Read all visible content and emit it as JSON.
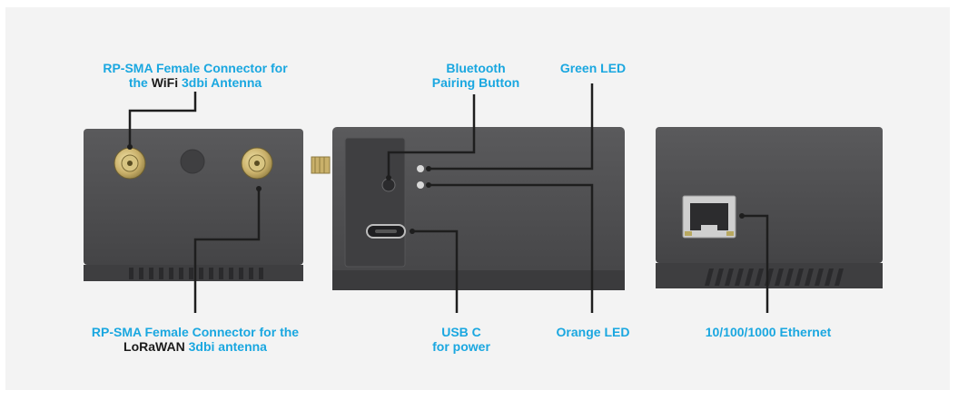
{
  "colors": {
    "accent": "#1aa7e0",
    "highlight_text": "#1b1b1b",
    "device_body": "#4a4a4c",
    "background": "#f3f3f3",
    "leader_line": "#1e1e1e"
  },
  "labels": {
    "wifi_connector": {
      "line1": "RP-SMA Female Connector for",
      "line2_pre": "the ",
      "line2_highlight": "WiFi",
      "line2_post": " 3dbi Antenna"
    },
    "lora_connector": {
      "line1": "RP-SMA Female Connector for the",
      "line2_highlight": "LoRaWAN",
      "line2_post": " 3dbi antenna"
    },
    "bluetooth_button": {
      "line1": "Bluetooth",
      "line2": "Pairing Button"
    },
    "green_led": {
      "line1": "Green LED"
    },
    "usb_c": {
      "line1": "USB C",
      "line2": "for power"
    },
    "orange_led": {
      "line1": "Orange LED"
    },
    "ethernet": {
      "line1": "10/100/1000 Ethernet"
    }
  },
  "icons": [
    "sma-connector-icon",
    "usb-c-port-icon",
    "rj45-port-icon",
    "led-icon",
    "button-icon"
  ]
}
